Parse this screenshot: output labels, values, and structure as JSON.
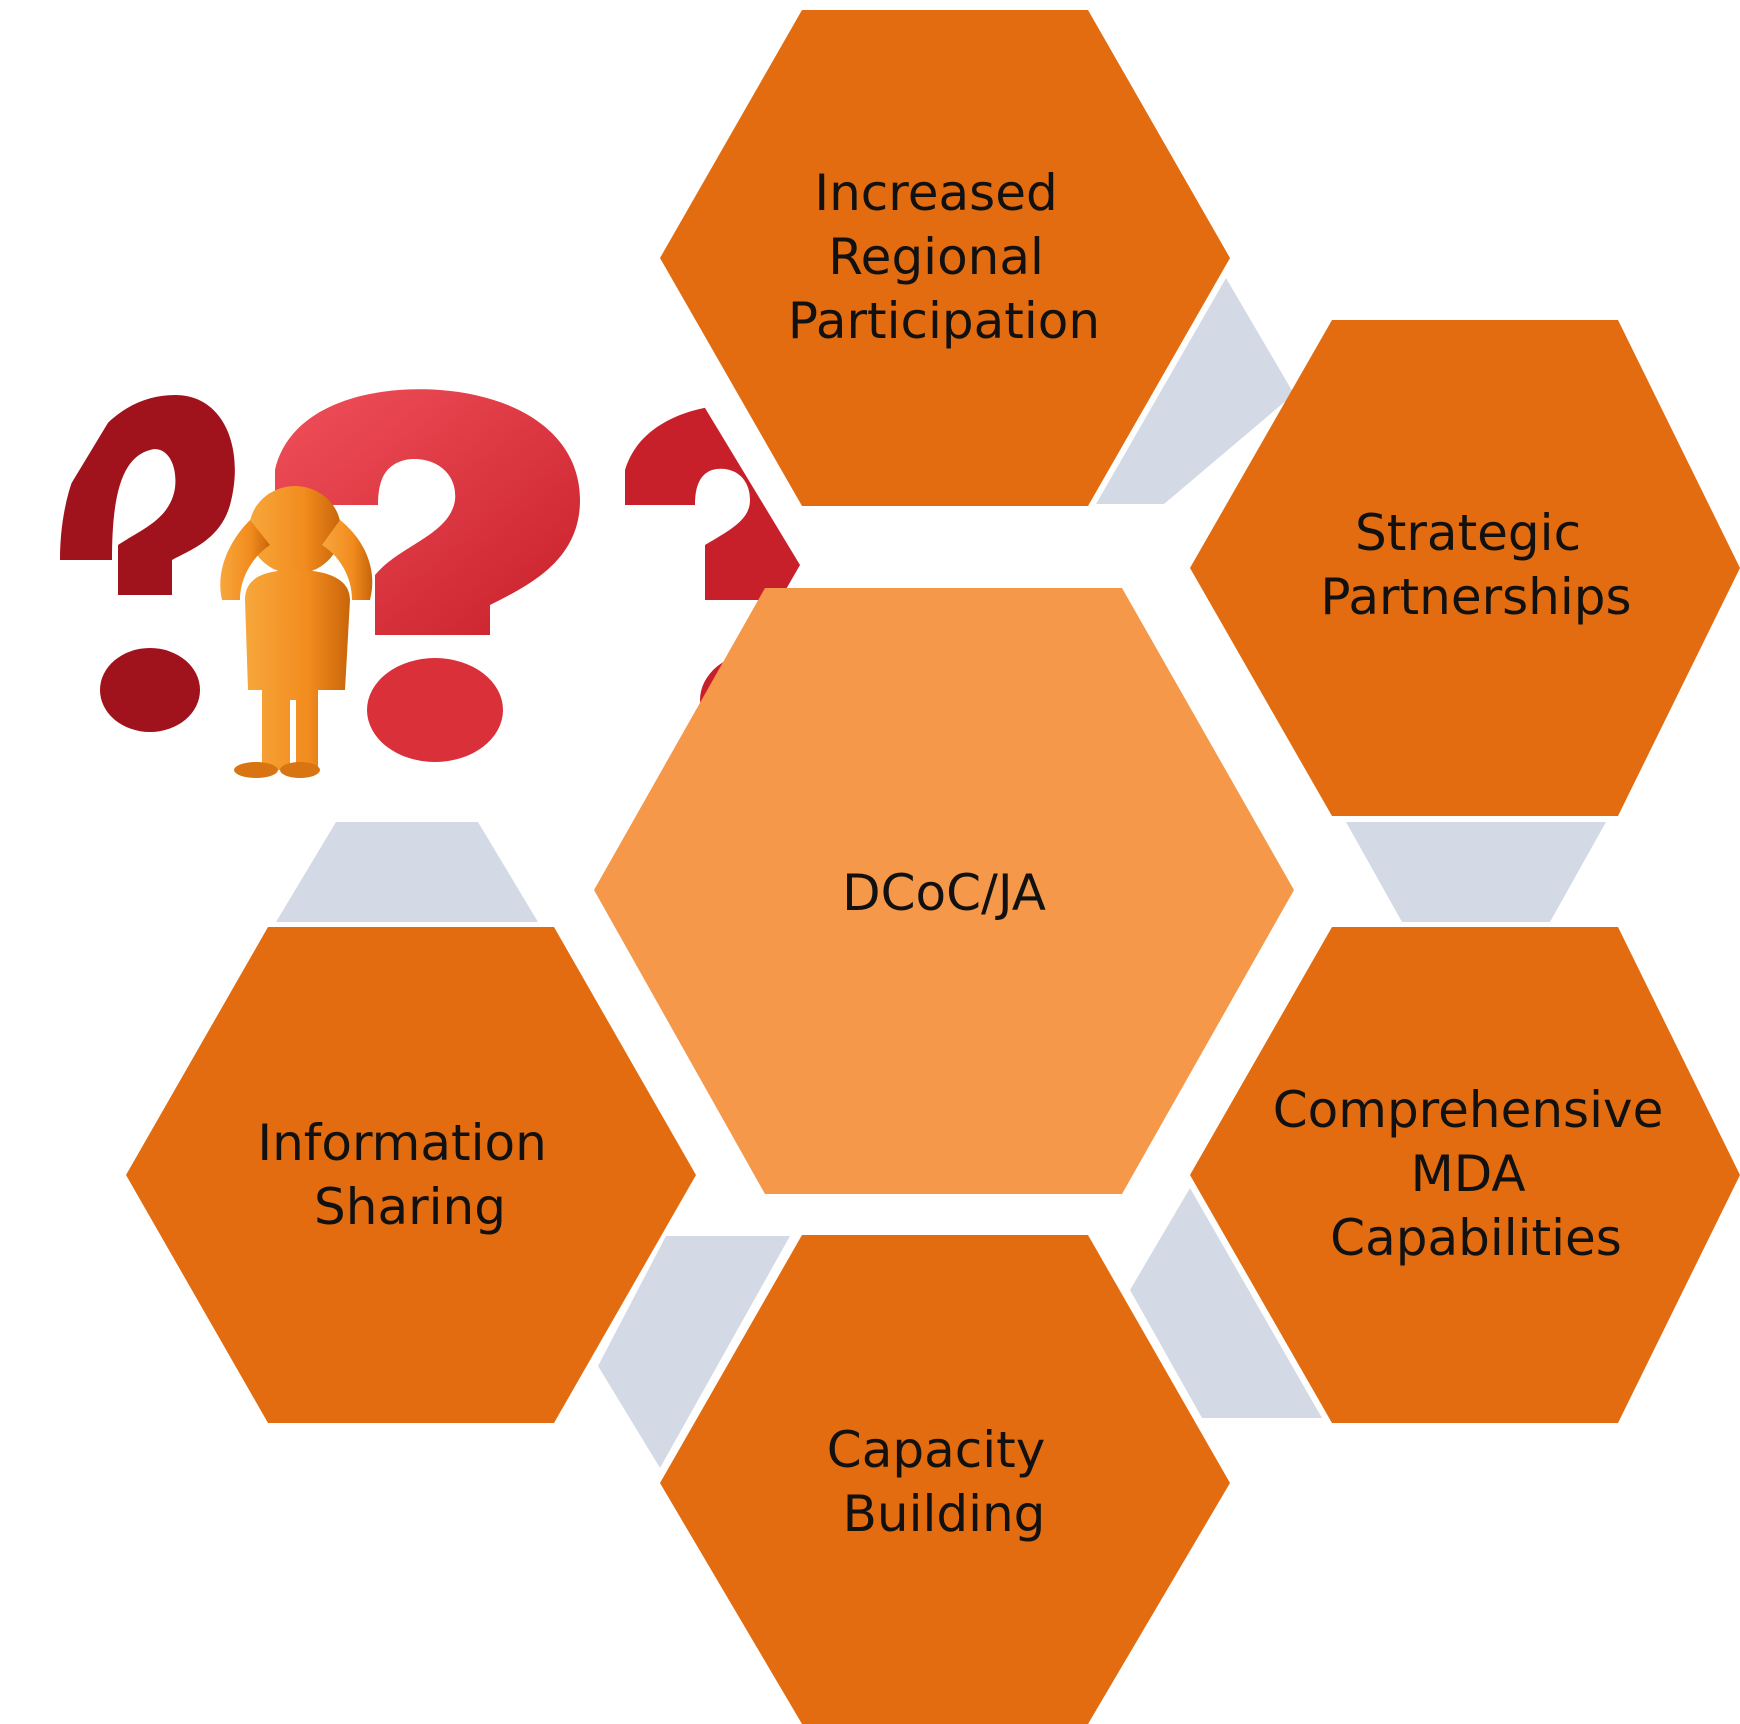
{
  "center": {
    "label": "DCoC/JA"
  },
  "hexagons": [
    {
      "id": "increased-regional-participation",
      "lines": [
        "Increased",
        "Regional",
        "Participation"
      ]
    },
    {
      "id": "strategic-partnerships",
      "lines": [
        "Strategic",
        "Partnerships"
      ]
    },
    {
      "id": "comprehensive-mda-capabilities",
      "lines": [
        "Comprehensive",
        "MDA",
        "Capabilities"
      ]
    },
    {
      "id": "capacity-building",
      "lines": [
        "Capacity",
        "Building"
      ]
    },
    {
      "id": "information-sharing",
      "lines": [
        "Information",
        "Sharing"
      ]
    }
  ],
  "image_hexagon": {
    "subject": "confused-person-question-marks"
  },
  "colors": {
    "outer_hex": "#E26C0F",
    "center_hex": "#F5984A",
    "connector": "#D3DAE6",
    "text": "#111111",
    "question_red": "#D9303A",
    "question_dark": "#A0121C",
    "figure_orange": "#F28C1E"
  }
}
